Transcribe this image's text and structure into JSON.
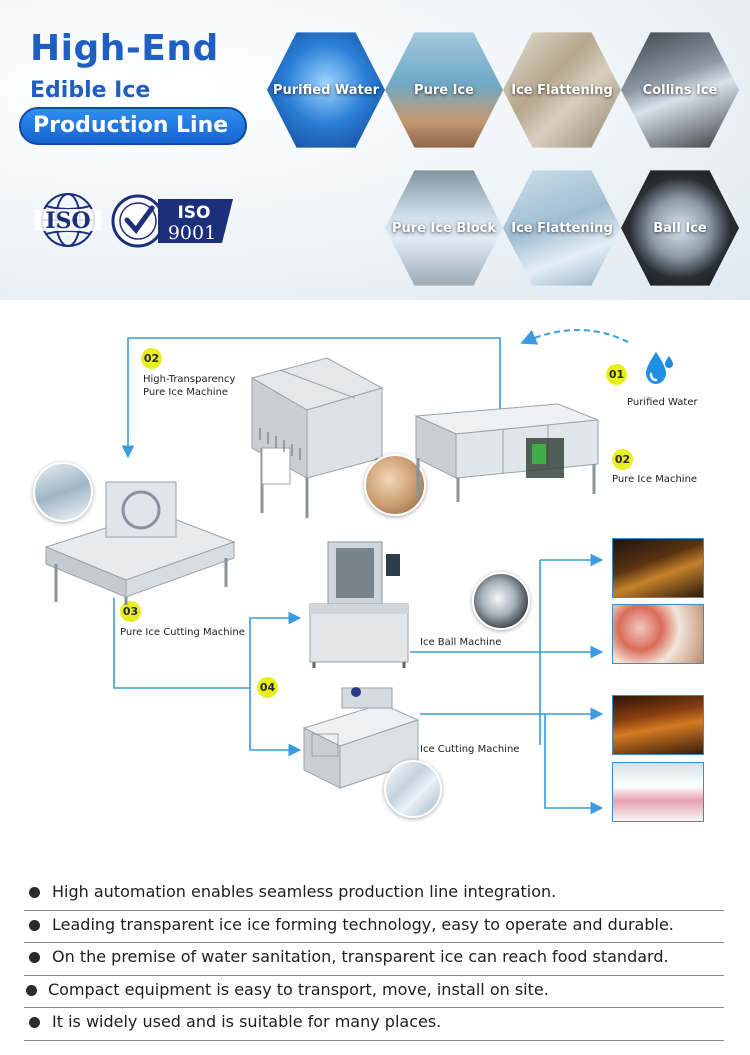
{
  "header": {
    "title_line1": "High-End",
    "title_line2": "Edible Ice",
    "title_line3": "Production Line",
    "iso_text": "ISO",
    "iso9001_top": "ISO",
    "iso9001_bottom": "9001"
  },
  "hex_tiles": [
    {
      "label": "Purified Water"
    },
    {
      "label": "Pure Ice"
    },
    {
      "label": "Ice Flattening"
    },
    {
      "label": "Collins Ice"
    },
    {
      "label": "Pure Ice  Block"
    },
    {
      "label": "Ice Flattening"
    },
    {
      "label": "Ball Ice"
    }
  ],
  "flow": {
    "step01": {
      "num": "01",
      "label": "Purified Water"
    },
    "step02a": {
      "num": "02",
      "label_line1": "High-Transparency",
      "label_line2": "Pure Ice Machine"
    },
    "step02b": {
      "num": "02",
      "label": "Pure Ice Machine"
    },
    "step03": {
      "num": "03",
      "label": "Pure Ice Cutting Machine"
    },
    "step04": {
      "num": "04"
    },
    "ice_ball_machine": "Ice Ball Machine",
    "ice_cutting_machine": "Ice Cutting Machine"
  },
  "colors": {
    "brand_blue": "#1f5fc2",
    "flow_line": "#3a9be0",
    "badge_yellow": "#e8ee20"
  },
  "features": [
    "High automation enables seamless production line integration.",
    "Leading transparent ice ice forming technology, easy to operate and durable.",
    "On the premise of water sanitation, transparent ice can reach food standard.",
    "Compact equipment is easy to transport, move, install on site.",
    "It is widely used and is suitable for many places."
  ]
}
